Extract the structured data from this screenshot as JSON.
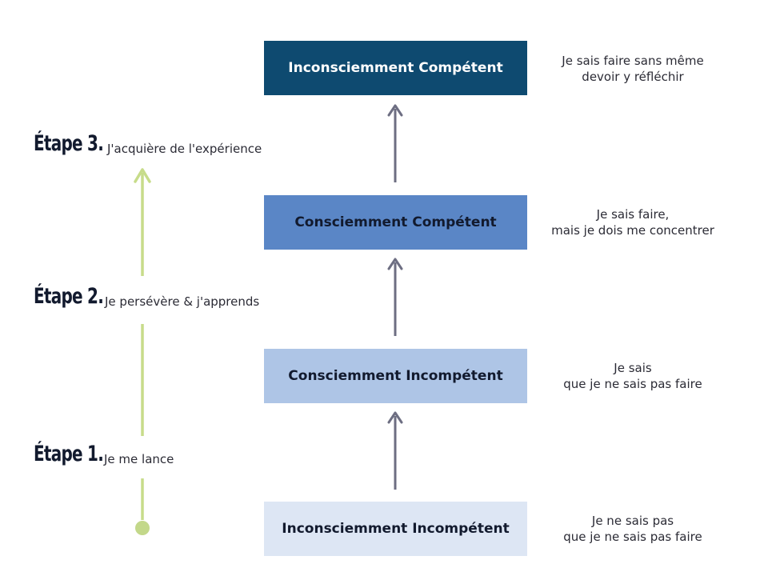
{
  "colors": {
    "box1": "#0e4a70",
    "box2": "#5a86c6",
    "box3": "#aec5e6",
    "box4": "#dde6f4",
    "box_text_dark": "#121a2e",
    "box_text_light": "#ffffff",
    "arrow": "#6d6e82",
    "progress_line": "#c7dc8a",
    "progress_dot": "#c3d88a"
  },
  "levels": [
    {
      "title": "Inconsciemment Compétent",
      "desc_line1": "Je sais faire sans même",
      "desc_line2": "devoir y réfléchir"
    },
    {
      "title": "Consciemment Compétent",
      "desc_line1": "Je sais faire,",
      "desc_line2": "mais je dois me concentrer"
    },
    {
      "title": "Consciemment Incompétent",
      "desc_line1": "Je sais",
      "desc_line2": "que je ne sais pas faire"
    },
    {
      "title": "Inconsciemment Incompétent",
      "desc_line1": "Je ne sais pas",
      "desc_line2": "que je ne sais pas faire"
    }
  ],
  "steps": [
    {
      "title": "Étape 3.",
      "label": "J'acquière de l'expérience"
    },
    {
      "title": "Étape 2.",
      "label": "Je persévère & j'apprends"
    },
    {
      "title": "Étape 1.",
      "label": "Je me lance"
    }
  ]
}
